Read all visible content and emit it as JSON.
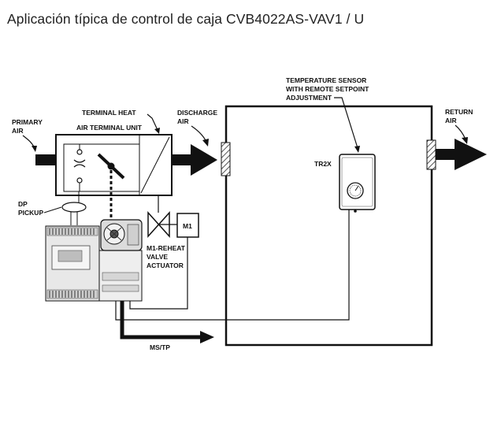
{
  "title": "Aplicación típica de control de caja CVB4022AS-VAV1 / U",
  "labels": {
    "primary_air_1": "PRIMARY",
    "primary_air_2": "AIR",
    "terminal_heat": "TERMINAL HEAT",
    "air_terminal_unit": "AIR TERMINAL UNIT",
    "discharge_air_1": "DISCHARGE",
    "discharge_air_2": "AIR",
    "temp_sensor_1": "TEMPERATURE SENSOR",
    "temp_sensor_2": "WITH REMOTE SETPOINT",
    "temp_sensor_3": "ADJUSTMENT",
    "return_air_1": "RETURN",
    "return_air_2": "AIR",
    "tr2x": "TR2X",
    "dp_pickup_1": "DP",
    "dp_pickup_2": "PICKUP",
    "m1": "M1",
    "reheat_1": "M1-REHEAT",
    "reheat_2": "VALVE",
    "reheat_3": "ACTUATOR",
    "ms_tp": "MS/TP"
  },
  "colors": {
    "line": "#111111",
    "hatch": "#555555",
    "controller_body": "#e6e6e6"
  }
}
